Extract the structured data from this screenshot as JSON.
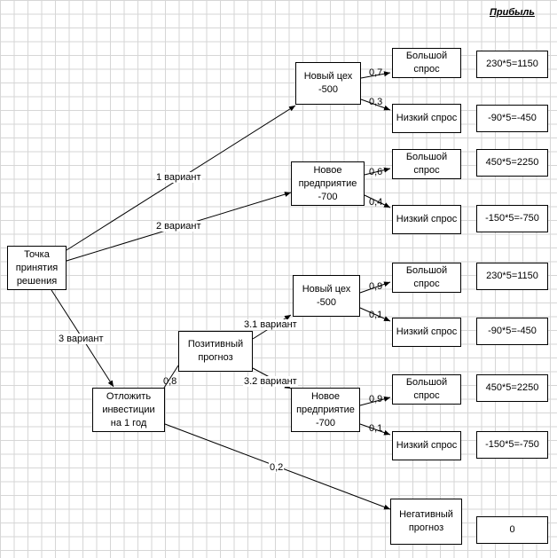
{
  "header": "Прибыль",
  "nodes": {
    "decision": "Точка\nпринятия\nрешения",
    "workshop1": "Новый цех\n-500",
    "enterprise1": "Новое\nпредприятие\n-700",
    "postpone": "Отложить\nинвестиции\nна 1 год",
    "positive": "Позитивный\nпрогноз",
    "workshop2": "Новый цех\n-500",
    "enterprise2": "Новое\nпредприятие\n-700",
    "negative": "Негативный\nпрогноз",
    "high1": "Большой\nспрос",
    "low1": "Низкий спрос",
    "high2": "Большой\nспрос",
    "low2": "Низкий спрос",
    "high3": "Большой\nспрос",
    "low3": "Низкий спрос",
    "high4": "Большой\nспрос",
    "low4": "Низкий спрос"
  },
  "profits": {
    "p1": "230*5=1150",
    "p2": "-90*5=-450",
    "p3": "450*5=2250",
    "p4": "-150*5=-750",
    "p5": "230*5=1150",
    "p6": "-90*5=-450",
    "p7": "450*5=2250",
    "p8": "-150*5=-750",
    "p9": "0"
  },
  "edges": {
    "variant1": "1 вариант",
    "variant2": "2 вариант",
    "variant3": "3 вариант",
    "variant31": "3.1 вариант",
    "variant32": "3.2 вариант",
    "p08": "0,8",
    "p02": "0,2",
    "a": "0,7",
    "b": "0,3",
    "c": "0,6",
    "d": "0,4",
    "e": "0,9",
    "f": "0,1",
    "g": "0,9",
    "h": "0,1"
  }
}
